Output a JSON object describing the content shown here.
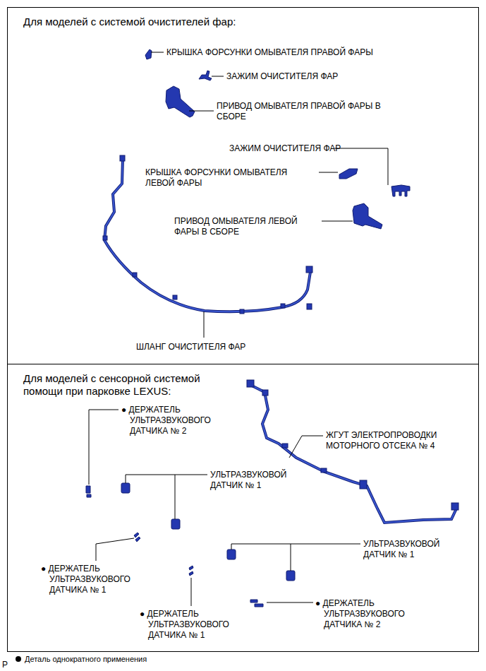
{
  "diagram": {
    "nodes": [
      {
        "text": [
          "Для моделей с системой очистителей фар:"
        ]
      },
      {
        "text": [
          "Для моделей с сенсорной системой помощи при парковке LEXUS:"
        ]
      }
    ],
    "labels": [
      "КРЫШКА ФОРСУНКИ ОМЫВАТЕЛЯ ПРАВОЙ ФАРЫ",
      "ЗАЖИМ ОЧИСТИТЕЛЯ ФАР",
      "ПРИВОД ОМЫВАТЕЛЯ ПРАВОЙ ФАРЫ В СБОРЕ",
      "ЗАЖИМ ОЧИСТИТЕЛЯ ФАР",
      "КРЫШКА ФОРСУНКИ ОМЫВАТЕЛЯ ЛЕВОЙ ФАРЫ",
      "ПРИВОД ОМЫВАТЕЛЯ ЛЕВОЙ ФАРЫ В СБОРЕ",
      "ШЛАНГ ОЧИСТИТЕЛЯ ФАР",
      "● ДЕРЖАТЕЛЬ УЛЬТРАЗВУКОВОГО ДАТЧИКА № 2",
      "ЖГУТ ЭЛЕКТРОПРОВОДКИ МОТОРНОГО ОТСЕКА № 4",
      "УЛЬТРАЗВУКОВОЙ ДАТЧИК № 1",
      "● ДЕРЖАТЕЛЬ УЛЬТРАЗВУКОВОГО ДАТЧИКА № 1",
      "УЛЬТРАЗВУКОВОЙ ДАТЧИК № 1",
      "● ДЕРЖАТЕЛЬ УЛЬТРАЗВУКОВОГО ДАТЧИКА № 1",
      "● ДЕРЖАТЕЛЬ УЛЬТРАЗВУКОВОГО ДАТЧИКА № 2",
      "P"
    ],
    "legend": [
      {
        "text": "Деталь однократного применения"
      }
    ]
  }
}
